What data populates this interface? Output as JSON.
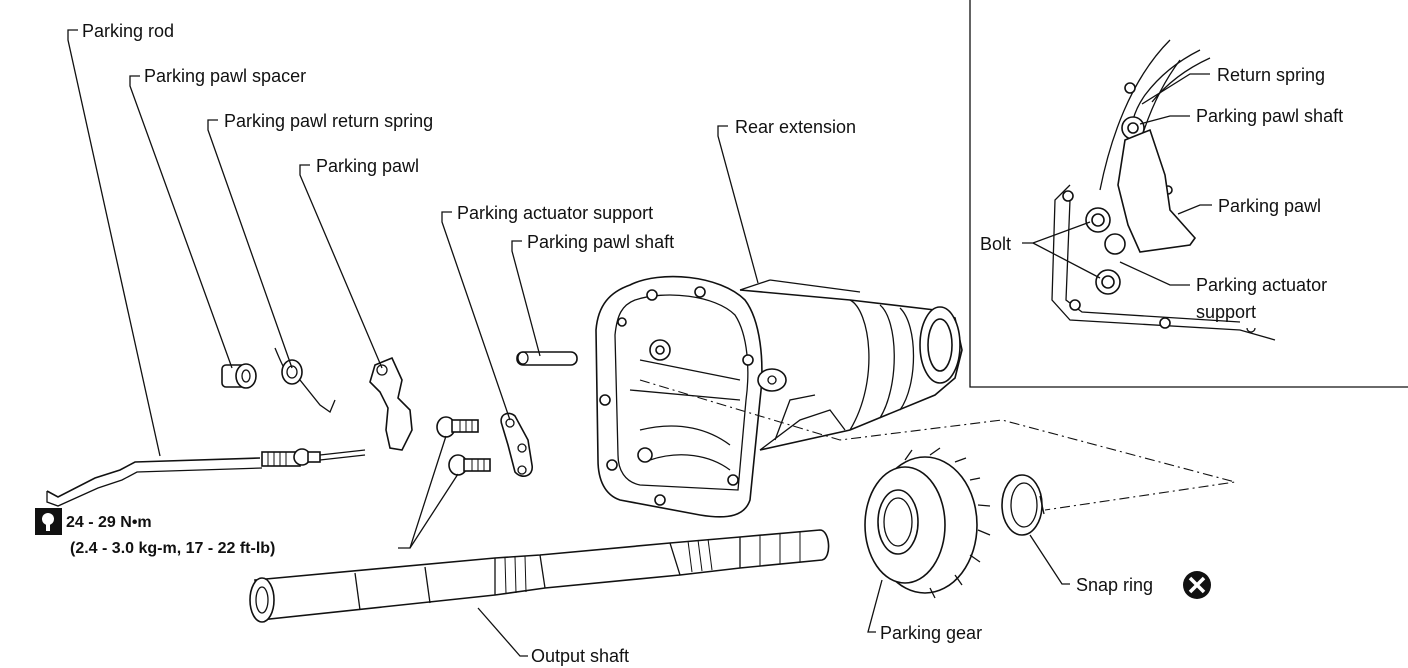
{
  "labels": {
    "parking_rod": "Parking rod",
    "parking_pawl_spacer": "Parking pawl spacer",
    "parking_pawl_return_spring": "Parking pawl return spring",
    "parking_pawl": "Parking pawl",
    "parking_actuator_support": "Parking actuator support",
    "parking_pawl_shaft": "Parking pawl shaft",
    "rear_extension": "Rear extension",
    "output_shaft": "Output shaft",
    "parking_gear": "Parking gear",
    "snap_ring": "Snap ring"
  },
  "torque": {
    "line1": "24 - 29 N•m",
    "line2": "(2.4 - 3.0 kg-m, 17 - 22 ft-lb)"
  },
  "inset": {
    "return_spring": "Return spring",
    "parking_pawl_shaft": "Parking pawl shaft",
    "parking_pawl": "Parking pawl",
    "bolt": "Bolt",
    "parking_actuator_line1": "Parking actuator",
    "parking_actuator_line2": "support"
  },
  "icons": {
    "torque": "torque-wrench-icon",
    "replace": "do-not-reuse-icon"
  }
}
